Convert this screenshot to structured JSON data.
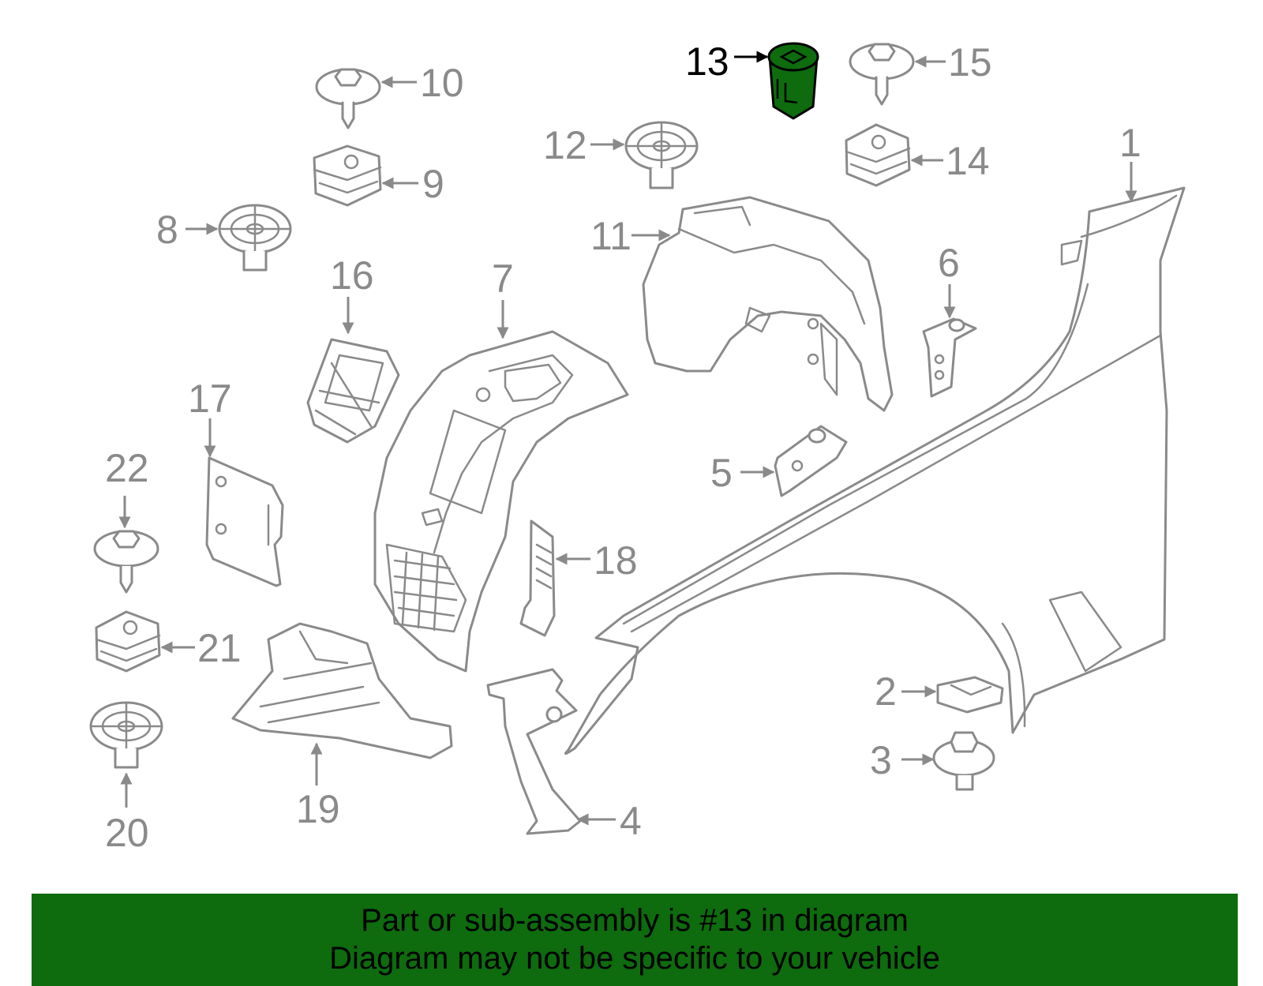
{
  "diagram": {
    "highlight_color": "#0e6b0e",
    "highlighted_part": "13",
    "callouts": [
      "1",
      "2",
      "3",
      "4",
      "5",
      "6",
      "7",
      "8",
      "9",
      "10",
      "11",
      "12",
      "13",
      "14",
      "15",
      "16",
      "17",
      "18",
      "19",
      "20",
      "21",
      "22"
    ]
  },
  "banner": {
    "background_color": "#0e6b0e",
    "line1": "Part or sub-assembly is #13 in diagram",
    "line2": "Diagram may not be specific to your vehicle"
  }
}
